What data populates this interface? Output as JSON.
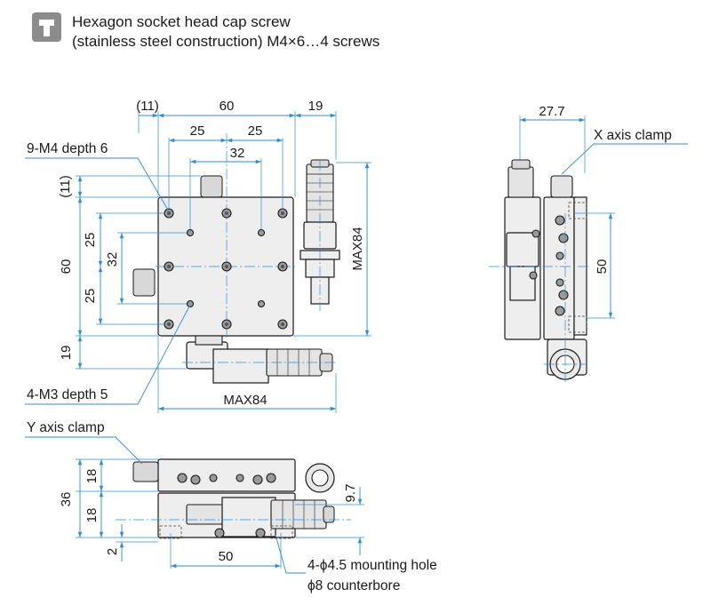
{
  "legend": {
    "icon": "cap-screw-icon",
    "line1": "Hexagon socket head cap screw",
    "line2": "(stainless steel construction) M4×6…4 screws"
  },
  "top_view": {
    "dims": {
      "d11_top": "(11)",
      "d60_top": "60",
      "d19_top": "19",
      "d25_left": "25",
      "d25_right": "25",
      "d32_top": "32",
      "d11_left": "(11)",
      "d25_upper": "25",
      "d32_left": "32",
      "d60_left": "60",
      "d25_lower": "25",
      "d19_left": "19",
      "max84_right": "MAX84",
      "max84_bottom": "MAX84"
    },
    "callouts": {
      "tapped_m4": "9-M4 depth 6",
      "tapped_m3": "4-M3 depth 5"
    }
  },
  "side_view": {
    "dims": {
      "d27_7": "27.7",
      "d50_right": "50"
    },
    "callouts": {
      "x_clamp": "X axis clamp"
    }
  },
  "front_view": {
    "dims": {
      "d18_upper": "18",
      "d36": "36",
      "d18_lower": "18",
      "d9_7": "9.7",
      "d2": "2",
      "d50_bottom": "50"
    },
    "callouts": {
      "y_clamp": "Y axis clamp",
      "mount_hole_1": "4-ϕ4.5 mounting hole",
      "mount_hole_2": "ϕ8 counterbore"
    }
  },
  "colors": {
    "dimension_line": "#2c8fd6",
    "outline": "#1a1a1a",
    "fill": "#eeeeee",
    "icon_bg": "#8c8c8c"
  }
}
